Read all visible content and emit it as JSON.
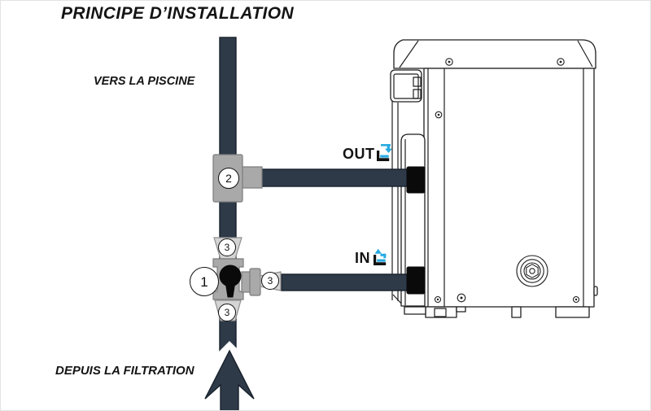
{
  "title": "PRINCIPE D’INSTALLATION",
  "labels": {
    "to_pool": "VERS LA PISCINE",
    "from_filtration": "DEPUIS LA FILTRATION",
    "out": "OUT",
    "in": "IN"
  },
  "callouts": [
    {
      "number": "1"
    },
    {
      "number": "2"
    },
    {
      "number": "3"
    },
    {
      "number": "3"
    },
    {
      "number": "3"
    }
  ],
  "icons": {
    "out": "water-outlet-icon",
    "in": "water-inlet-icon"
  },
  "colors": {
    "pipe": "#2E3A48",
    "pipe_border": "#18212C",
    "fitting": "#A9A9A9",
    "fitting_border": "#7C7C7C",
    "union": "#D4D4D4",
    "union_border": "#8F8F8F",
    "accent_blue": "#29ABE2",
    "line": "#1F1F1F"
  }
}
